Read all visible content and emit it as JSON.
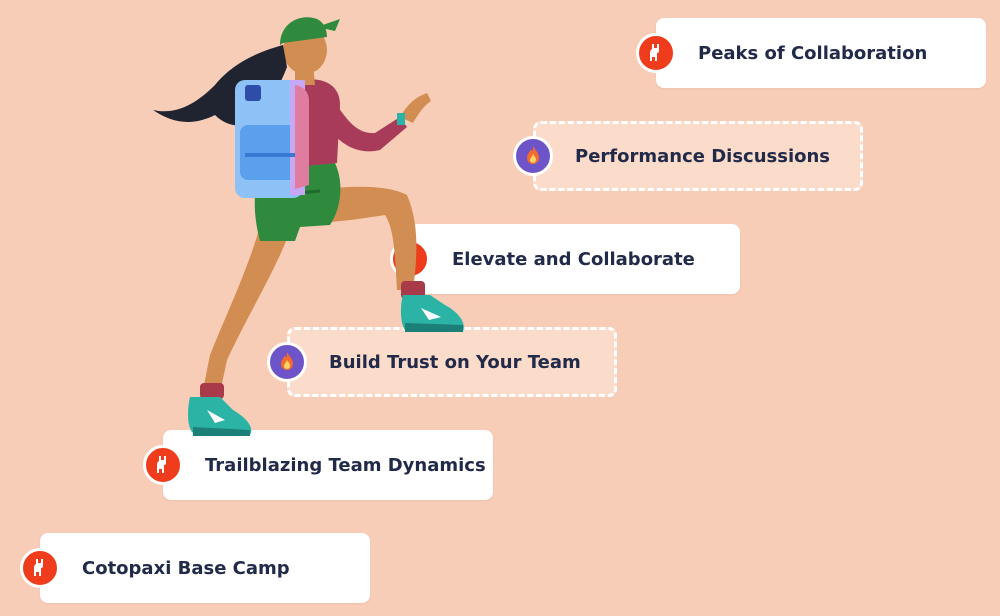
{
  "colors": {
    "background": "#f8cdb7",
    "card": "#ffffff",
    "card_dashed": "#fbdccb",
    "text": "#222a4a",
    "badge_red": "#ee3c1c",
    "badge_purple": "#6e54c9"
  },
  "steps": [
    {
      "label": "Cotopaxi Base Camp",
      "style": "solid",
      "icon": "llama-icon"
    },
    {
      "label": "Trailblazing Team Dynamics",
      "style": "solid",
      "icon": "llama-icon"
    },
    {
      "label": "Build Trust on Your Team",
      "style": "dashed",
      "icon": "flame-icon"
    },
    {
      "label": "Elevate and Collaborate",
      "style": "solid",
      "icon": "llama-icon"
    },
    {
      "label": "Performance Discussions",
      "style": "dashed",
      "icon": "flame-icon"
    },
    {
      "label": "Peaks of Collaboration",
      "style": "solid",
      "icon": "llama-icon"
    }
  ]
}
